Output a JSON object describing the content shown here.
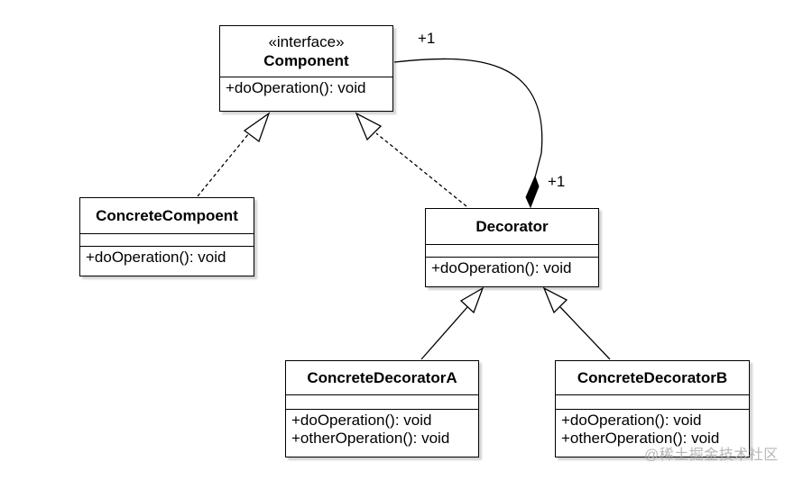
{
  "classes": {
    "component": {
      "stereotype": "«interface»",
      "name": "Component",
      "operations": [
        "+doOperation(): void"
      ]
    },
    "concrete_component": {
      "name": "ConcreteCompoent",
      "operations": [
        "+doOperation(): void"
      ]
    },
    "decorator": {
      "name": "Decorator",
      "operations": [
        "+doOperation(): void"
      ]
    },
    "concrete_decorator_a": {
      "name": "ConcreteDecoratorA",
      "operations": [
        "+doOperation(): void",
        "+otherOperation(): void"
      ]
    },
    "concrete_decorator_b": {
      "name": "ConcreteDecoratorB",
      "operations": [
        "+doOperation(): void",
        "+otherOperation(): void"
      ]
    }
  },
  "multiplicities": {
    "component_end": "+1",
    "decorator_end": "+1"
  },
  "watermark": "@稀土掘金技术社区"
}
